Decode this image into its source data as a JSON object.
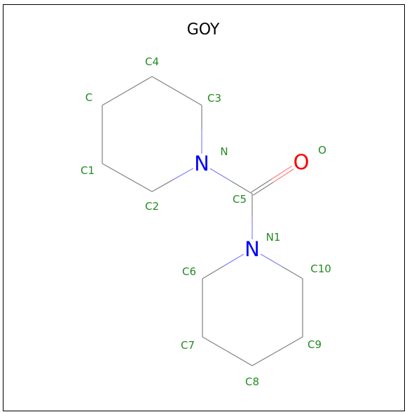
{
  "title": "GOY",
  "colors": {
    "carbon_bond": "#808080",
    "nitrogen": "#0000ff",
    "nitrogen_bond": "#8080ff",
    "oxygen": "#ff0000",
    "oxygen_bond": "#ff8080",
    "atom_label": "#228b22",
    "frame": "#000000"
  },
  "atoms": [
    {
      "id": "C4",
      "label": "C4",
      "element": "C"
    },
    {
      "id": "C",
      "label": "C",
      "element": "C"
    },
    {
      "id": "C3",
      "label": "C3",
      "element": "C"
    },
    {
      "id": "C1",
      "label": "C1",
      "element": "C"
    },
    {
      "id": "C2",
      "label": "C2",
      "element": "C"
    },
    {
      "id": "N",
      "label": "N",
      "element": "N",
      "symbol": "N"
    },
    {
      "id": "C5",
      "label": "C5",
      "element": "C"
    },
    {
      "id": "O",
      "label": "O",
      "element": "O",
      "symbol": "O"
    },
    {
      "id": "N1",
      "label": "N1",
      "element": "N",
      "symbol": "N"
    },
    {
      "id": "C6",
      "label": "C6",
      "element": "C"
    },
    {
      "id": "C10",
      "label": "C10",
      "element": "C"
    },
    {
      "id": "C7",
      "label": "C7",
      "element": "C"
    },
    {
      "id": "C9",
      "label": "C9",
      "element": "C"
    },
    {
      "id": "C8",
      "label": "C8",
      "element": "C"
    }
  ],
  "bonds": [
    {
      "a": "C4",
      "b": "C",
      "order": 1
    },
    {
      "a": "C4",
      "b": "C3",
      "order": 1
    },
    {
      "a": "C",
      "b": "C1",
      "order": 1
    },
    {
      "a": "C1",
      "b": "C2",
      "order": 1
    },
    {
      "a": "C2",
      "b": "N",
      "order": 1
    },
    {
      "a": "C3",
      "b": "N",
      "order": 1
    },
    {
      "a": "N",
      "b": "C5",
      "order": 1
    },
    {
      "a": "C5",
      "b": "O",
      "order": 2
    },
    {
      "a": "C5",
      "b": "N1",
      "order": 1
    },
    {
      "a": "N1",
      "b": "C6",
      "order": 1
    },
    {
      "a": "N1",
      "b": "C10",
      "order": 1
    },
    {
      "a": "C6",
      "b": "C7",
      "order": 1
    },
    {
      "a": "C10",
      "b": "C9",
      "order": 1
    },
    {
      "a": "C7",
      "b": "C8",
      "order": 1
    },
    {
      "a": "C9",
      "b": "C8",
      "order": 1
    }
  ]
}
